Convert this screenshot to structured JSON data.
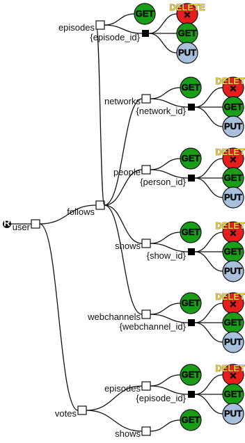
{
  "root": {
    "label": "user",
    "badge": "R"
  },
  "colors": {
    "get": "#1a9e1a",
    "put": "#a9c0dd",
    "delete": "#e81e1e",
    "delete_label_color": "#f4d23a"
  },
  "badges": {
    "get": "GET",
    "put": "PUT",
    "delete": "DELETE",
    "delete_symbol": "✕"
  },
  "branches": [
    {
      "label": "follows",
      "children": [
        {
          "label": "episodes",
          "id_label": "{episode_id}",
          "methods": [
            "GET"
          ],
          "id_methods": [
            "DELETE",
            "GET",
            "PUT"
          ]
        },
        {
          "label": "networks",
          "id_label": "{network_id}",
          "methods": [
            "GET"
          ],
          "id_methods": [
            "DELETE",
            "GET",
            "PUT"
          ]
        },
        {
          "label": "people",
          "id_label": "{person_id}",
          "methods": [
            "GET"
          ],
          "id_methods": [
            "DELETE",
            "GET",
            "PUT"
          ]
        },
        {
          "label": "shows",
          "id_label": "{show_id}",
          "methods": [
            "GET"
          ],
          "id_methods": [
            "DELETE",
            "GET",
            "PUT"
          ]
        },
        {
          "label": "webchannels",
          "id_label": "{webchannel_id}",
          "methods": [
            "GET"
          ],
          "id_methods": [
            "DELETE",
            "GET",
            "PUT"
          ]
        }
      ]
    },
    {
      "label": "votes",
      "children": [
        {
          "label": "episodes",
          "id_label": "{episode_id}",
          "methods": [
            "GET"
          ],
          "id_methods": [
            "DELETE",
            "GET",
            "PUT"
          ]
        },
        {
          "label": "shows",
          "methods": [
            "GET"
          ]
        }
      ]
    }
  ]
}
